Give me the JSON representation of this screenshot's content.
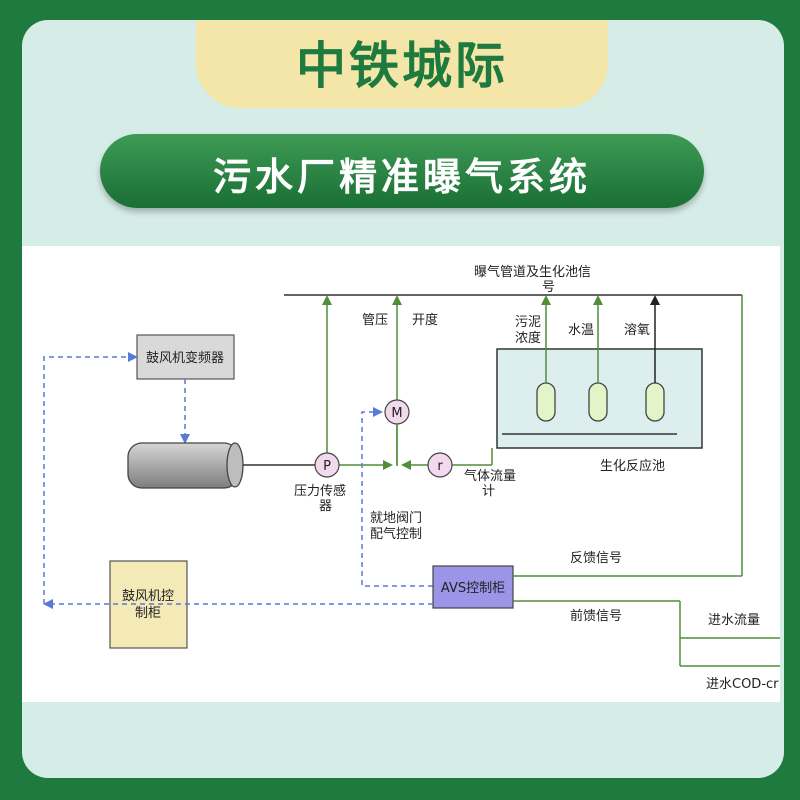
{
  "header": {
    "brand": "中铁城际",
    "title": "污水厂精准曝气系统"
  },
  "diagram": {
    "signal_bus_label_1": "曝气管道及生化池信",
    "signal_bus_label_2": "号",
    "pipe_pressure_label": "管压",
    "opening_label": "开度",
    "sludge_label_1": "污泥",
    "sludge_label_2": "浓度",
    "water_temp_label": "水温",
    "dissolved_oxygen_label": "溶氧",
    "blower_vfd": "鼓风机变频器",
    "motor_symbol": "M",
    "pressure_symbol": "P",
    "flow_symbol": "r",
    "pressure_sensor_label_1": "压力传感",
    "pressure_sensor_label_2": "器",
    "gas_flow_label_1": "气体流量",
    "gas_flow_label_2": "计",
    "bio_tank_label": "生化反应池",
    "valve_label_1": "就地阀门",
    "valve_label_2": "配气控制",
    "feedback_label": "反馈信号",
    "feedforward_label": "前馈信号",
    "avs_cabinet": "AVS控制柜",
    "blower_cabinet_1": "鼓风机控",
    "blower_cabinet_2": "制柜",
    "inflow_label": "进水流量",
    "cod_label": "进水COD-cr"
  },
  "colors": {
    "page_green": "#1e7a3e",
    "panel_bg": "#d6ece6",
    "brand_tab": "#f3e6a8",
    "signal_green": "#4f8f3a",
    "control_blue": "#5a78d6",
    "avs_fill": "#9b95e8",
    "cabinet_fill": "#f4eab8",
    "tank_fill": "#dcefee",
    "symbol_fill": "#f3d9ee"
  }
}
